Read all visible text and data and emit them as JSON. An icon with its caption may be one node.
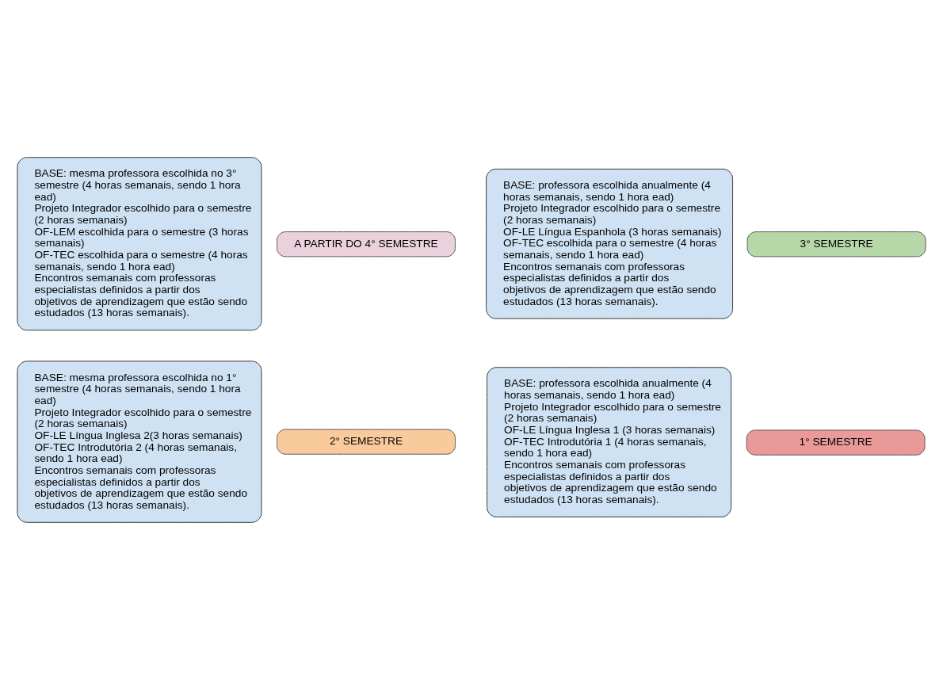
{
  "diagram": {
    "nodes": [
      {
        "text": [
          "1° SEMESTRE"
        ]
      },
      {
        "text": [
          "BASE: professora escolhida anualmente (4 horas semanais, sendo 1 hora ead)",
          "Projeto Integrador escolhido para o semestre (2 horas semanais)",
          "OF-LE Língua Inglesa 1 (3 horas semanais)",
          "OF-TEC Introdutória 1 (4 horas semanais, sendo 1 hora ead)",
          "Encontros semanais com professoras especialistas definidos a partir dos objetivos de aprendizagem que estão sendo estudados (13 horas semanais)."
        ]
      },
      {
        "text": [
          "2° SEMESTRE"
        ]
      },
      {
        "text": [
          "BASE: mesma professora escolhida no 1° semestre (4 horas semanais, sendo 1 hora ead)",
          "Projeto Integrador escolhido para o semestre (2 horas semanais)",
          "OF-LE Língua Inglesa 2(3 horas semanais)",
          "OF-TEC Introdutória 2 (4 horas semanais, sendo 1 hora ead)",
          "Encontros semanais com professoras especialistas definidos a partir dos objetivos de aprendizagem que estão sendo estudados (13 horas semanais)."
        ]
      },
      {
        "text": [
          "3° SEMESTRE"
        ]
      },
      {
        "text": [
          "BASE: professora escolhida anualmente (4 horas semanais, sendo 1 hora ead)",
          "Projeto Integrador escolhido para o semestre (2 horas semanais)",
          "OF-LE Língua Espanhola (3 horas semanais)",
          "OF-TEC escolhida para o semestre (4 horas semanais, sendo 1 hora ead)",
          "Encontros semanais com professoras especialistas definidos a partir dos objetivos de aprendizagem que estão sendo estudados (13 horas semanais)."
        ]
      },
      {
        "text": [
          "A PARTIR DO 4° SEMESTRE"
        ]
      },
      {
        "text": [
          "BASE: mesma professora escolhida no 3° semestre (4 horas semanais, sendo 1 hora ead)",
          "Projeto Integrador escolhido para o semestre (2 horas semanais)",
          "OF-LEM escolhida para o semestre (3 horas semanais)",
          "OF-TEC escolhida para o semestre (4 horas semanais, sendo 1 hora ead)",
          "Encontros semanais com professoras especialistas definidos a partir dos objetivos de aprendizagem que estão sendo estudados (13 horas semanais)."
        ]
      }
    ],
    "edges": []
  }
}
